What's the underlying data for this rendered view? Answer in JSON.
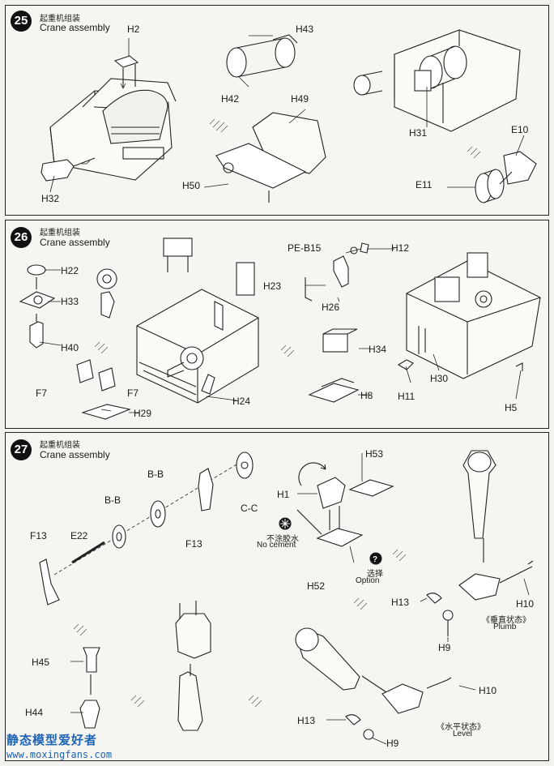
{
  "steps": [
    {
      "number": "25",
      "title_cn": "起重机组装",
      "title_en": "Crane assembly",
      "labels": {
        "h2": "H2",
        "h43": "H43",
        "h42": "H42",
        "h49": "H49",
        "h31": "H31",
        "e10": "E10",
        "e11": "E11",
        "h50": "H50",
        "h32": "H32"
      }
    },
    {
      "number": "26",
      "title_cn": "起重机组装",
      "title_en": "Crane assembly",
      "labels": {
        "h22": "H22",
        "h33": "H33",
        "h40": "H40",
        "f7a": "F7",
        "f7b": "F7",
        "h29": "H29",
        "h24": "H24",
        "peb15": "PE-B15",
        "h12": "H12",
        "h23": "H23",
        "h26": "H26",
        "h34": "H34",
        "h8": "H8",
        "h30": "H30",
        "h11": "H11",
        "h5": "H5"
      }
    },
    {
      "number": "27",
      "title_cn": "起重机组装",
      "title_en": "Crane assembly",
      "labels": {
        "bb1": "B-B",
        "bb2": "B-B",
        "cc": "C-C",
        "f13a": "F13",
        "e22": "E22",
        "f13b": "F13",
        "h1": "H1",
        "h53": "H53",
        "h52": "H52",
        "h13a": "H13",
        "h10a": "H10",
        "h9a": "H9",
        "h45": "H45",
        "h44": "H44",
        "h10b": "H10",
        "h13b": "H13",
        "h9b": "H9"
      },
      "notes": {
        "no_cement_cn": "不涂胶水",
        "no_cement_en": "No cement",
        "option_cn": "选择",
        "option_en": "Option",
        "plumb_cn": "《垂直状态》",
        "plumb_en": "Plumb",
        "level_cn": "《水平状态》",
        "level_en": "Level"
      }
    }
  ],
  "watermark": {
    "cn": "静态模型爱好者",
    "url": "www.moxingfans.com"
  }
}
